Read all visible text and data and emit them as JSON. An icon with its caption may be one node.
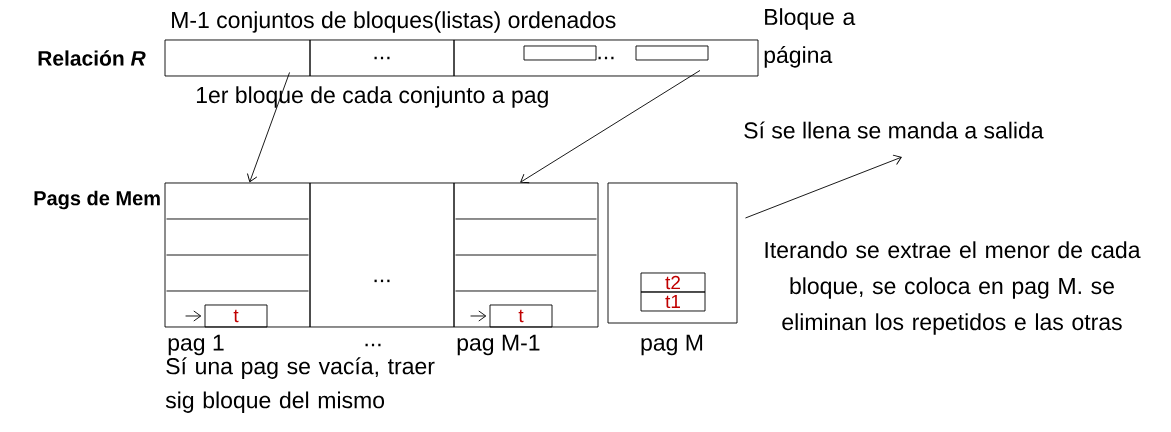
{
  "diagram": {
    "nodes": [
      {
        "text": [],
        "shape": "box"
      },
      {
        "text": [
          "..."
        ]
      },
      {
        "text": [
          "..."
        ]
      },
      {
        "text": [],
        "shape": "box",
        "in": 2
      },
      {
        "text": [],
        "shape": "box",
        "in": 2
      },
      {
        "text": [],
        "shape": "box",
        "beside": [
          "pag 1"
        ]
      },
      {
        "text": [
          "t"
        ],
        "in": 5
      },
      {
        "text": [
          "..."
        ],
        "beside": [
          "..."
        ]
      },
      {
        "text": [],
        "shape": "box",
        "beside": [
          "pag M-1"
        ]
      },
      {
        "text": [
          "t"
        ],
        "in": 8
      },
      {
        "text": [],
        "shape": "box",
        "beside": [
          "pag M"
        ]
      },
      {
        "text": [
          "t2"
        ],
        "in": 10
      },
      {
        "text": [
          "t1"
        ],
        "in": 10
      }
    ],
    "edges": [
      {
        "from": 0,
        "to": 5,
        "arrow": "to"
      },
      {
        "from": 4,
        "to": 8,
        "arrow": "to"
      },
      {
        "from": null,
        "to": 6,
        "arrow": "to"
      },
      {
        "from": null,
        "to": 9,
        "arrow": "to"
      },
      {
        "from": 10,
        "to": null,
        "arrow": "to",
        "label": "Sí se llena se manda a salida"
      }
    ],
    "labels": [
      "M-1 conjuntos de bloques(listas) ordenados",
      "Bloque a página",
      "Relación *R*",
      "1er bloque de cada conjunto a pag",
      "Pags de Mem",
      "Sí una pag se vacía, traer sig bloque del mismo",
      "Iterando se extrae el menor de cada bloque, se coloca en pag M. se eliminan los repetidos e las otras"
    ]
  }
}
